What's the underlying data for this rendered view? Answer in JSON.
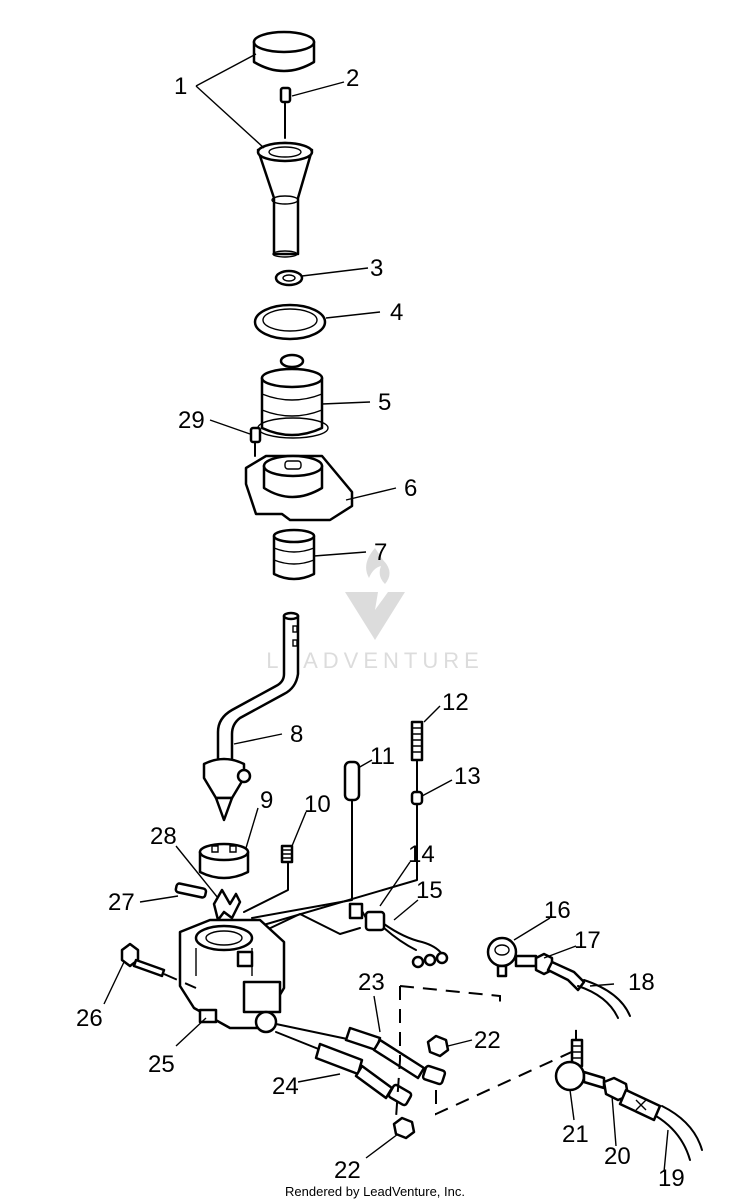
{
  "watermark": {
    "brand": "LEADVENTURE"
  },
  "footer": {
    "credit": "Rendered by LeadVenture, Inc."
  },
  "callouts": [
    "1",
    "2",
    "3",
    "4",
    "5",
    "29",
    "6",
    "7",
    "8",
    "11",
    "12",
    "13",
    "9",
    "10",
    "28",
    "14",
    "27",
    "15",
    "16",
    "17",
    "26",
    "18",
    "23",
    "22",
    "25",
    "24",
    "21",
    "20",
    "22",
    "19"
  ]
}
